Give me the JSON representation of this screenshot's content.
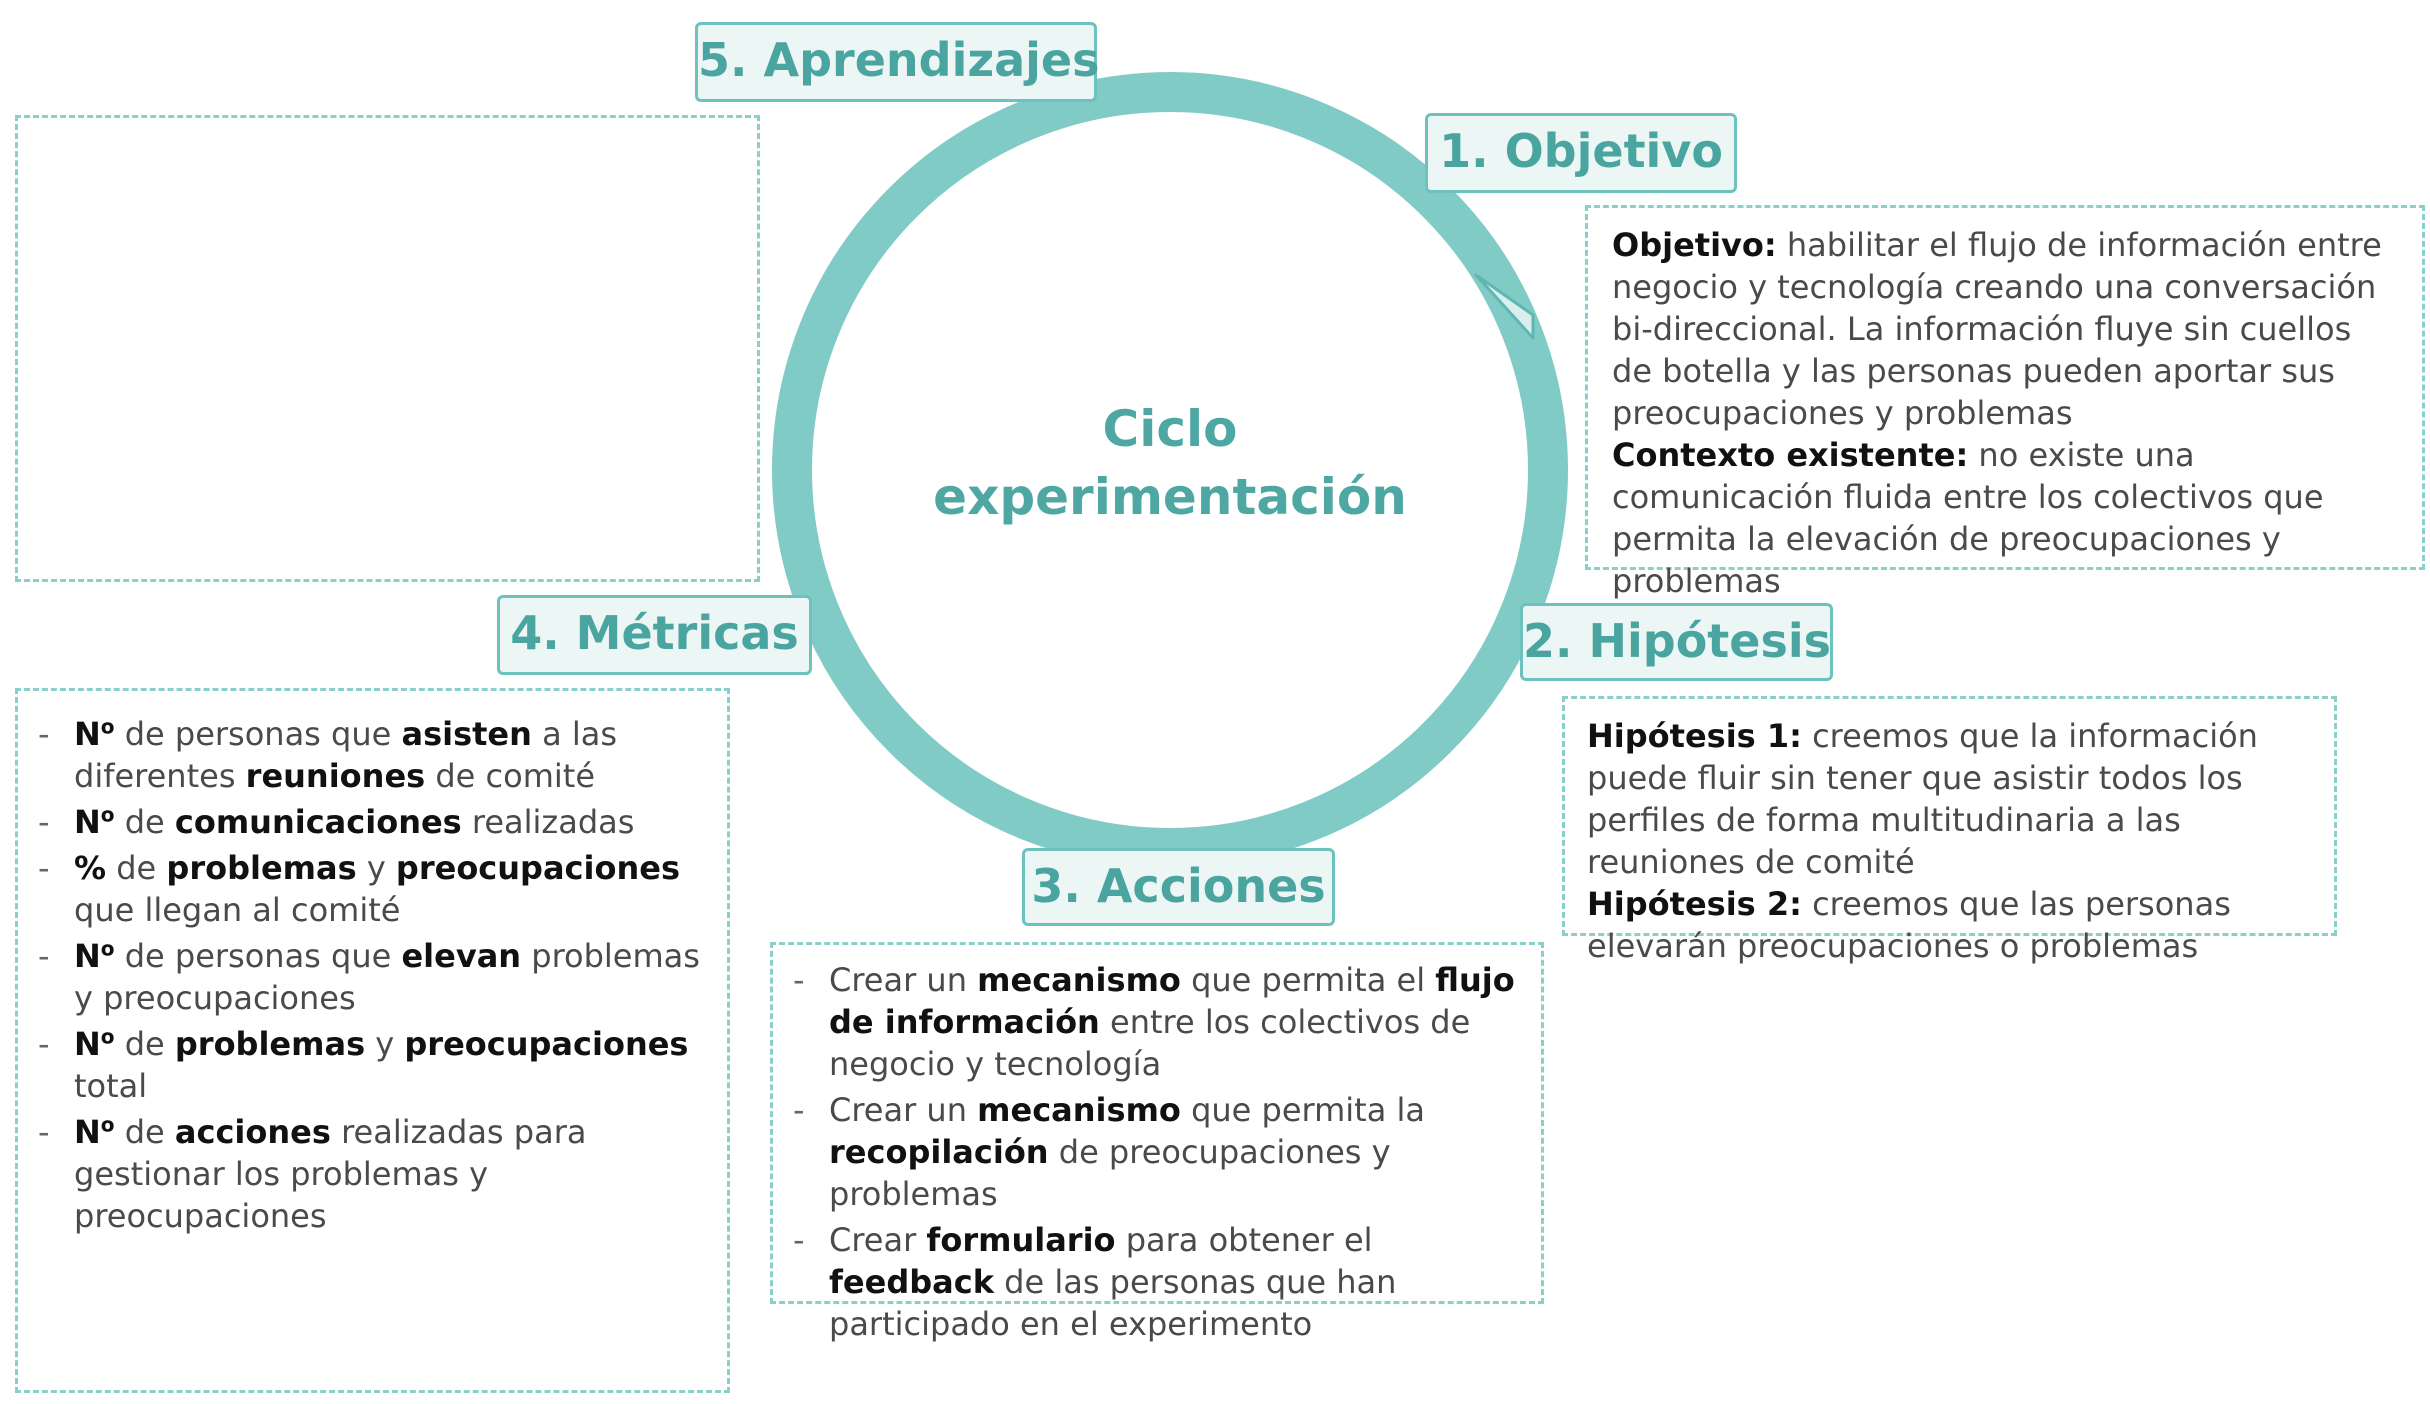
{
  "center": {
    "line1": "Ciclo",
    "line2": "experimentación"
  },
  "colors": {
    "ring": "#81cbc6",
    "label_bg": "#ebf6f5",
    "label_border": "#6ec2bd",
    "accent_text": "#4aa4a0",
    "dashed_border": "#8bcfca"
  },
  "stages": {
    "aprendizajes": {
      "label": "5. Aprendizajes"
    },
    "objetivo": {
      "label": "1. Objetivo",
      "objetivo_key": "Objetivo:",
      "objetivo_text": " habilitar el flujo de información entre negocio y tecnología creando una conversación bi-direccional. La información fluye sin cuellos de botella y las personas pueden aportar sus preocupaciones y problemas",
      "contexto_key": "Contexto existente:",
      "contexto_text": " no existe una comunicación fluida entre los colectivos que permita la elevación de preocupaciones y problemas"
    },
    "hipotesis": {
      "label": "2. Hipótesis",
      "h1_key": "Hipótesis 1:",
      "h1_text": " creemos que la información puede fluir sin tener que asistir todos los perfiles de forma multitudinaria a las reuniones de comité",
      "h2_key": "Hipótesis 2:",
      "h2_text": " creemos que las personas elevarán preocupaciones o problemas"
    },
    "acciones": {
      "label": "3. Acciones",
      "items": [
        {
          "t1": "Crear un ",
          "b1": "mecanismo",
          "t2": " que permita el ",
          "b2": "flujo de información",
          "t3": " entre los colectivos de negocio y tecnología"
        },
        {
          "t1": "Crear un ",
          "b1": "mecanismo",
          "t2": " que permita la ",
          "b2": "recopilación",
          "t3": " de preocupaciones y problemas"
        },
        {
          "t1": "Crear ",
          "b1": "formulario",
          "t2": " para obtener el ",
          "b2": "feedback",
          "t3": " de las personas que han participado en el experimento"
        }
      ]
    },
    "metricas": {
      "label": "4. Métricas",
      "n": "N",
      "o": "o",
      "items": [
        {
          "t1": " de personas que ",
          "b1": "asisten",
          "t2": " a las diferentes ",
          "b2": "reuniones",
          "t3": " de comité"
        },
        {
          "t1": " de ",
          "b1": "comunicaciones",
          "t2": " realizadas"
        },
        {
          "pct": "%",
          "t1": " de ",
          "b1": "problemas",
          "t2": " y ",
          "b2": "preocupaciones",
          "t3": " que llegan al comité"
        },
        {
          "t1": " de personas que ",
          "b1": "elevan",
          "t2": " problemas y preocupaciones"
        },
        {
          "t1": " de ",
          "b1": "problemas",
          "t2": " y ",
          "b2": "preocupaciones",
          "t3": " total"
        },
        {
          "t1": " de ",
          "b1": "acciones",
          "t2": " realizadas para gestionar los problemas y preocupaciones"
        }
      ]
    }
  }
}
